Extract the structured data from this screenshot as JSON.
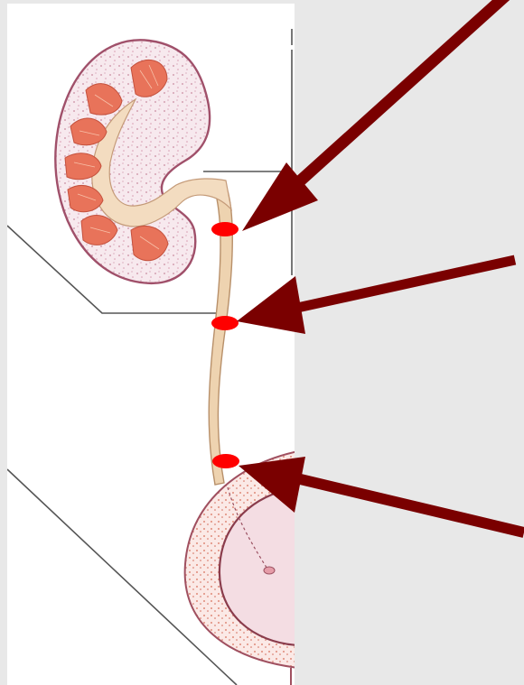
{
  "diagram": {
    "subject": "kidney-ureter-bladder",
    "colors": {
      "page_background": "#e8e8e8",
      "figure_background": "#ffffff",
      "arrow": "#7a0000",
      "marker": "#ff0000",
      "kidney_outline": "#a0506a",
      "kidney_cortex": "#f7e9ee",
      "pyramid": "#e8735a",
      "renal_pelvis": "#f3dcc0",
      "ureter": "#eed3b0",
      "bladder_wall": "#f2d6da",
      "bladder_lumen": "#f4dde3"
    },
    "arrows": [
      {
        "id": "arrow-upper",
        "points_to": "marker-upper"
      },
      {
        "id": "arrow-middle",
        "points_to": "marker-middle"
      },
      {
        "id": "arrow-lower",
        "points_to": "marker-lower"
      }
    ],
    "markers": [
      {
        "id": "marker-upper",
        "location": "ureteropelvic-junction"
      },
      {
        "id": "marker-middle",
        "location": "pelvic-brim"
      },
      {
        "id": "marker-lower",
        "location": "ureterovesical-junction"
      }
    ]
  }
}
